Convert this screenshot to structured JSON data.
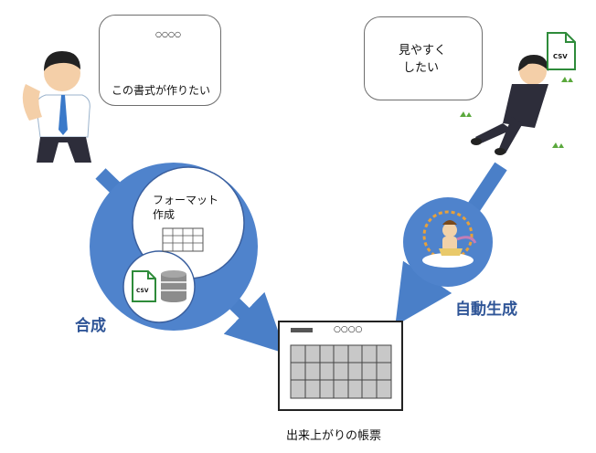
{
  "left_bubble": {
    "caption": "この書式が作りたい",
    "form_dots": "○○○○"
  },
  "right_bubble": {
    "line1": "見やすく",
    "line2": "したい"
  },
  "csv_label": "CSV",
  "format_circle": {
    "line1": "フォーマット",
    "line2": "作成"
  },
  "synthesis_label": "合成",
  "auto_label": "自動生成",
  "result": {
    "dots": "○○○○",
    "caption": "出来上がりの帳票"
  },
  "colors": {
    "blue": "#4a7fc8",
    "circle": "#4f83cc",
    "label": "#2f5597",
    "csv_green": "#2e8b3a"
  }
}
